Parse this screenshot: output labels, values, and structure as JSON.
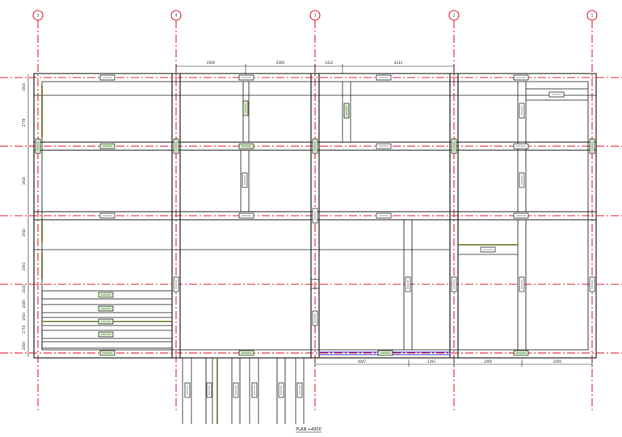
{
  "grid_axes": [
    {
      "label": "5"
    },
    {
      "label": "4"
    },
    {
      "label": "3"
    },
    {
      "label": "2"
    },
    {
      "label": "1"
    }
  ],
  "top_dimensions": [
    "2000",
    "2000",
    "1412",
    "4233"
  ],
  "bottom_dimensions": [
    "4047",
    "1293",
    "2000",
    "2000"
  ],
  "left_dimensions": [
    "1910",
    "1778",
    "1910",
    "1910",
    "1910",
    "1010",
    "2000",
    "1910",
    "1778",
    "2000"
  ],
  "drawing_title": "PLAN +4000",
  "colors": {
    "axis_line": "#e0182e",
    "walls": "#1a1a1a",
    "tag_fill": "#d7f2c9",
    "accent_olive": "#6d6a1c",
    "accent_blue": "#2b2bd0"
  }
}
